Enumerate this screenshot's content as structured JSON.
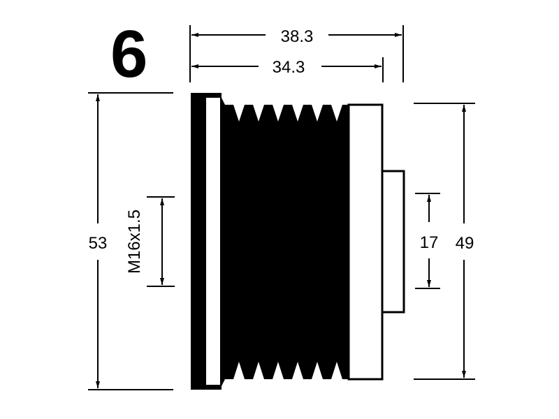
{
  "drawing": {
    "number": "6",
    "dimensions": {
      "overall_length": "38.3",
      "groove_length": "34.3",
      "outer_diameter": "53",
      "thread": "M16x1.5",
      "hub_diameter": "17",
      "inner_diameter": "49"
    }
  }
}
